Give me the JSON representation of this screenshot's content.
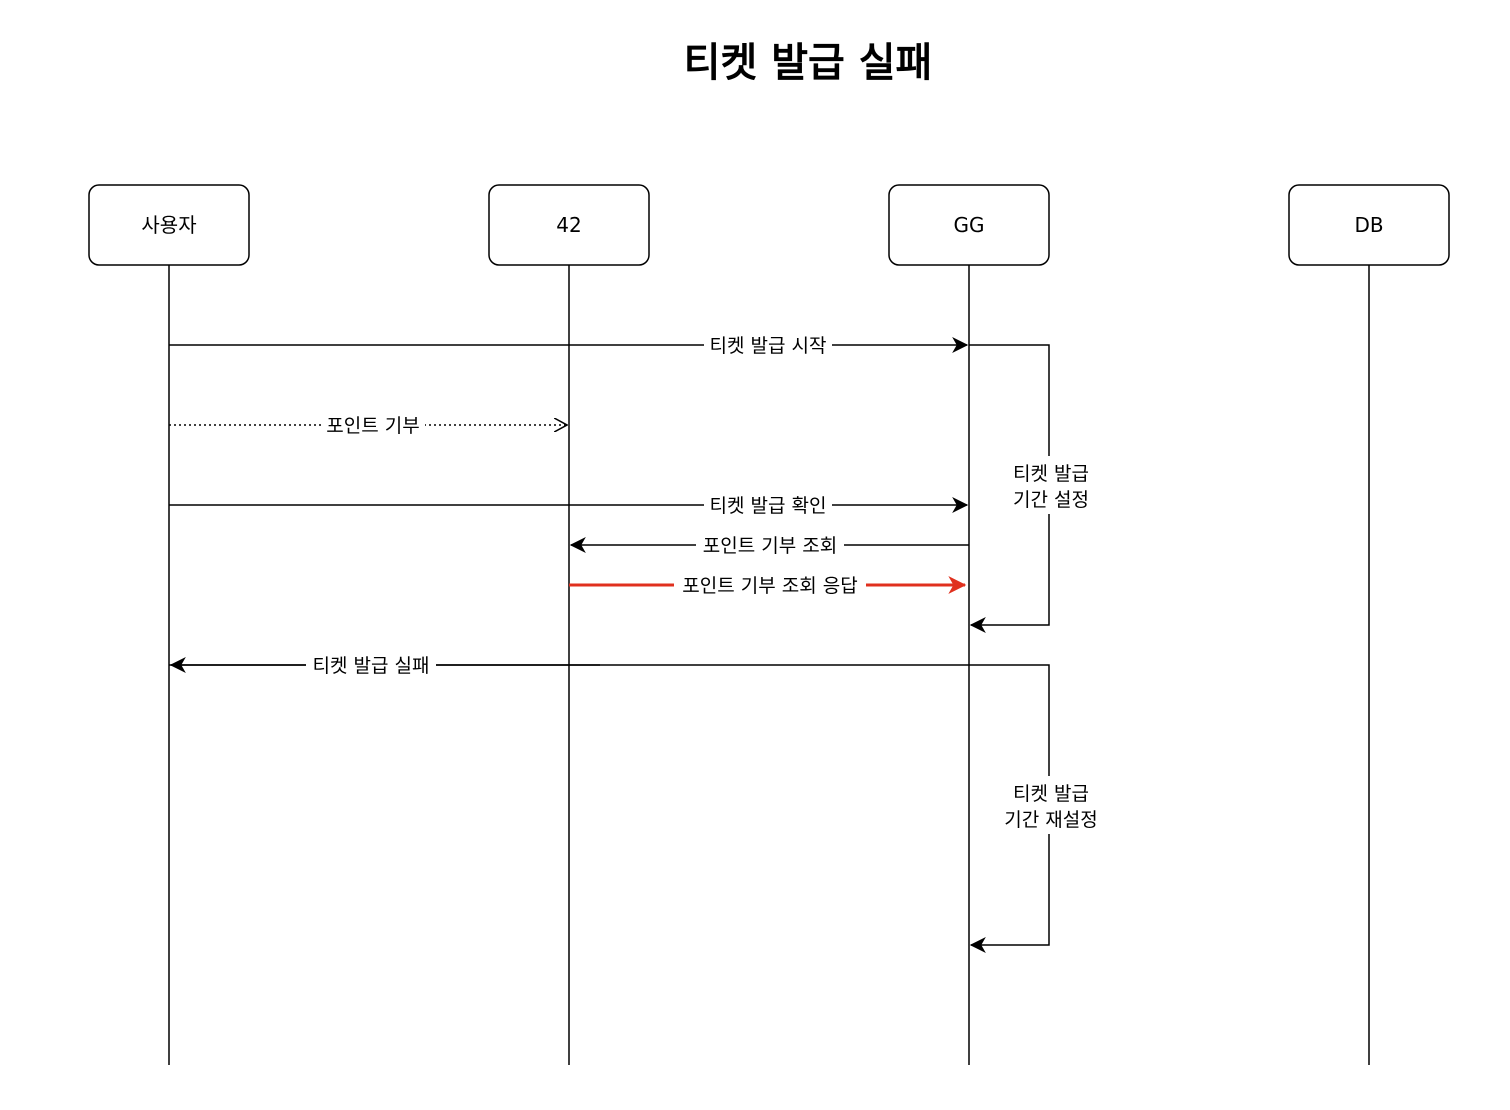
{
  "title": "티켓 발급 실패",
  "participants": [
    {
      "id": "user",
      "label": "사용자"
    },
    {
      "id": "p42",
      "label": "42"
    },
    {
      "id": "gg",
      "label": "GG"
    },
    {
      "id": "db",
      "label": "DB"
    }
  ],
  "messages": [
    {
      "label": "티켓 발급 시작",
      "from": "user",
      "to": "gg",
      "style": "solid",
      "color": "#000000"
    },
    {
      "label": "포인트 기부",
      "from": "user",
      "to": "p42",
      "style": "dotted",
      "color": "#000000"
    },
    {
      "label": "티켓 발급 확인",
      "from": "user",
      "to": "gg",
      "style": "solid",
      "color": "#000000"
    },
    {
      "label": "포인트 기부 조회",
      "from": "gg",
      "to": "p42",
      "style": "solid",
      "color": "#000000"
    },
    {
      "label": "포인트 기부 조회 응답",
      "from": "p42",
      "to": "gg",
      "style": "solid",
      "color": "#e0301e"
    },
    {
      "label": "티켓 발급 실패",
      "from": "gg",
      "to": "user",
      "style": "solid",
      "color": "#000000"
    }
  ],
  "self_calls": [
    {
      "participant": "gg",
      "lines": [
        "티켓 발급",
        "기간 설정"
      ]
    },
    {
      "participant": "gg",
      "lines": [
        "티켓 발급",
        "기간 재설정"
      ]
    }
  ],
  "colors": {
    "line": "#000000",
    "highlight": "#e0301e",
    "background": "#ffffff"
  }
}
